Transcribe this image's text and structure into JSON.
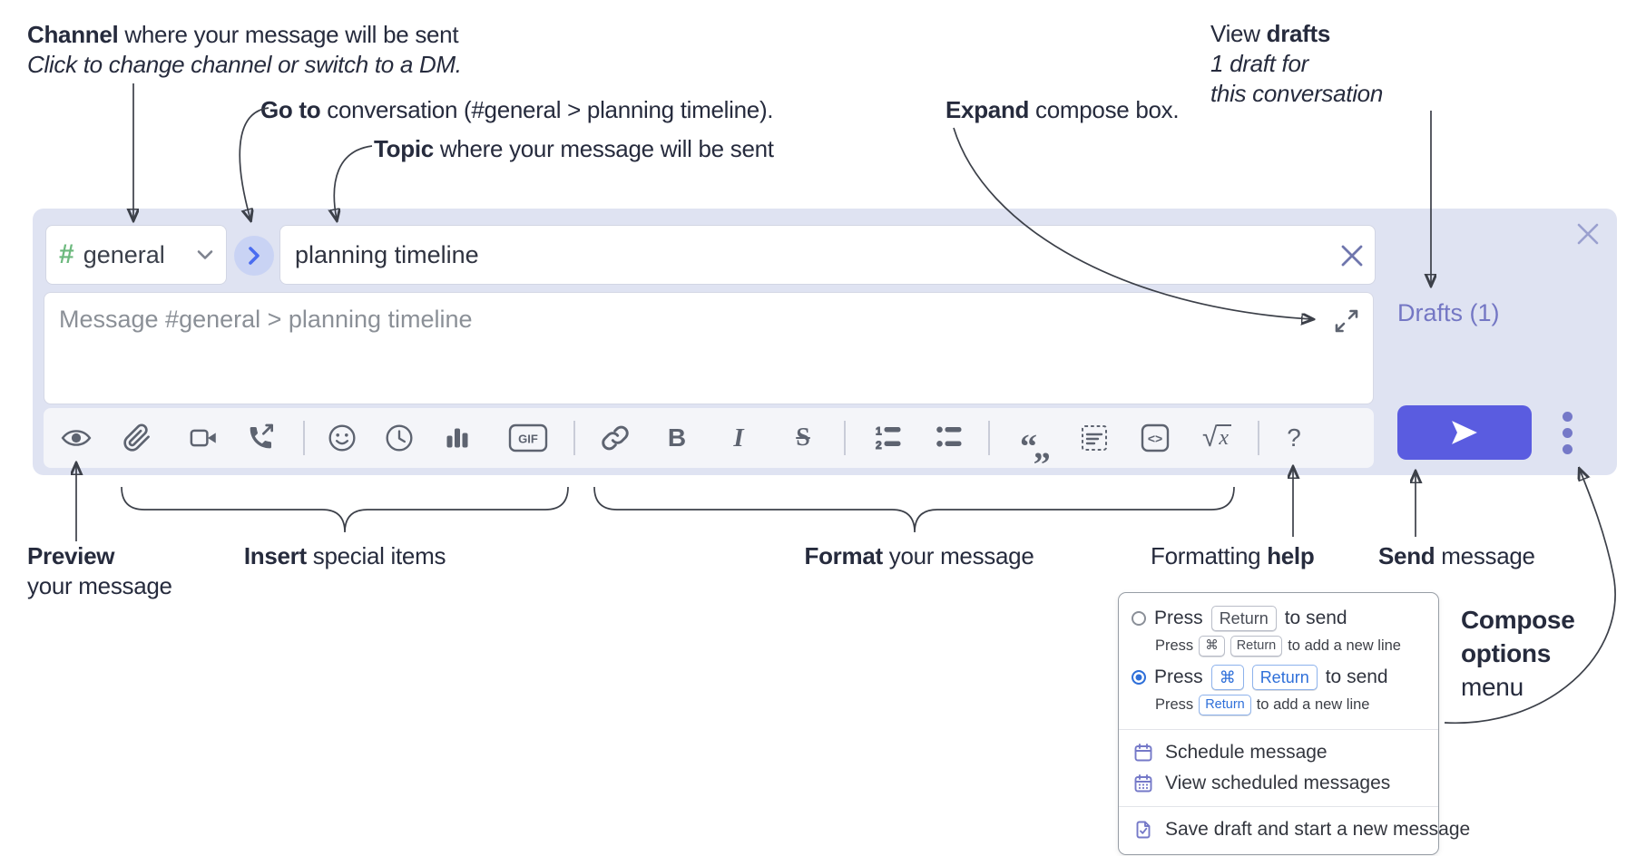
{
  "annotations": {
    "channel": {
      "label_bold": "Channel",
      "label_rest": " where your message will be sent",
      "subline": "Click to change channel or switch to a DM."
    },
    "go_to": {
      "label_bold": "Go to",
      "label_rest": " conversation (#general > planning timeline)."
    },
    "topic": {
      "label_bold": "Topic",
      "label_rest": " where your message will be sent"
    },
    "expand": {
      "label_bold": "Expand",
      "label_rest": " compose box."
    },
    "view_drafts": {
      "line1_pre": "View ",
      "line1_bold": "drafts",
      "line2": "1 draft for",
      "line3": "this conversation"
    },
    "preview": {
      "line1_bold": "Preview",
      "line2": "your message"
    },
    "insert": {
      "label_bold": "Insert",
      "label_rest": " special items"
    },
    "format": {
      "label_bold": "Format",
      "label_rest": " your message"
    },
    "formatting_help": {
      "label_pre": "Formatting ",
      "label_bold": "help"
    },
    "send": {
      "label_bold": "Send",
      "label_rest": " message"
    },
    "compose_options": {
      "line1_bold": "Compose",
      "line2_bold": "options",
      "line3": "menu"
    }
  },
  "compose_box": {
    "channel": {
      "hash": "#",
      "name": "general"
    },
    "topic_input": {
      "value": "planning timeline"
    },
    "message_input": {
      "placeholder": "Message #general > planning timeline"
    },
    "drafts_link": "Drafts (1)",
    "toolbar": {
      "gif": "GIF",
      "bold": "B",
      "italic": "I",
      "strike": "S",
      "quote": "“„",
      "code": "<>",
      "math_root": "√",
      "math_var": "x",
      "help": "?"
    }
  },
  "compose_options_menu": {
    "option_enter_to_send": {
      "selected": false,
      "press": "Press",
      "kbd_return": "Return",
      "tail": "to send",
      "sub_press": "Press",
      "sub_kbd_cmd": "⌘",
      "sub_kbd_return": "Return",
      "sub_tail": "to add a new line"
    },
    "option_cmd_enter_to_send": {
      "selected": true,
      "press": "Press",
      "kbd_cmd": "⌘",
      "kbd_return": "Return",
      "tail": "to send",
      "sub_press": "Press",
      "sub_kbd_return": "Return",
      "sub_tail": "to add a new line"
    },
    "schedule_message": "Schedule message",
    "view_scheduled_messages": "View scheduled messages",
    "save_draft": "Save draft and start a new message"
  },
  "icons": {
    "toolbar": [
      "eye-icon",
      "paperclip-icon",
      "video-camera-icon",
      "phone-call-icon",
      "smiley-icon",
      "clock-icon",
      "bar-chart-icon",
      "gif-icon",
      "link-icon",
      "bold-icon",
      "italic-icon",
      "strikethrough-icon",
      "numbered-list-icon",
      "bulleted-list-icon",
      "quote-icon",
      "spoiler-icon",
      "code-icon",
      "math-icon",
      "help-icon"
    ],
    "other": [
      "hash-icon",
      "chevron-down-icon",
      "chevron-right-icon",
      "clear-icon",
      "close-icon",
      "expand-diagonal-icon",
      "send-arrow-icon",
      "vertical-ellipsis-icon",
      "calendar-icon",
      "calendar-dots-icon",
      "save-draft-icon"
    ]
  },
  "colors": {
    "compose_bg": "#dfe3f2",
    "send_button": "#5a5ce0",
    "drafts_link": "#7477c4",
    "hash_green": "#6db97e",
    "goto_circle_bg": "#c9d3f4",
    "goto_chevron": "#4a6cf0",
    "selected_blue": "#2e6fd9",
    "icon_gray": "#5d6370",
    "annotation_ink": "#262b3d",
    "ellipsis_purple": "#7579c8"
  }
}
